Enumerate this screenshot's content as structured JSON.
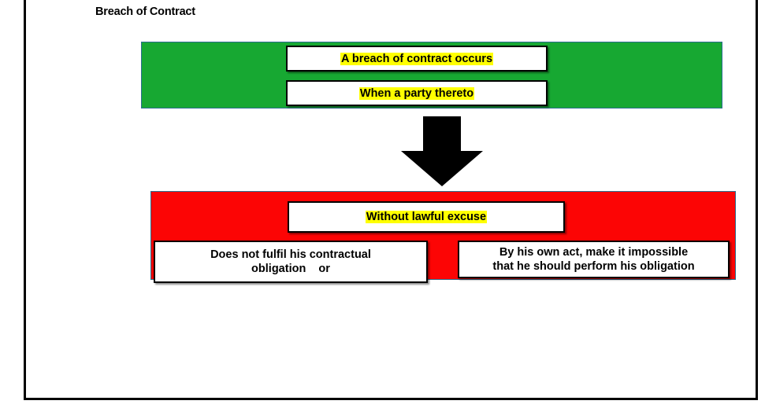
{
  "slide": {
    "title": "Breach of Contract",
    "background_color": "#ffffff",
    "border_color": "#000000"
  },
  "colors": {
    "green_panel": "#17a832",
    "red_panel": "#fc0505",
    "highlight": "#ffff00",
    "box_fill": "#ffffff",
    "box_border": "#000000",
    "arrow": "#000000",
    "panel_outline": "#2b6e8f"
  },
  "green_panel": {
    "name": "definition-panel",
    "boxes": [
      {
        "text": "A breach of contract occurs",
        "highlighted": true
      },
      {
        "text": "When a party thereto",
        "highlighted": true
      }
    ]
  },
  "arrow": {
    "direction": "down",
    "icon": "down-arrow-icon"
  },
  "red_panel": {
    "name": "conditions-panel",
    "boxes": [
      {
        "text": "Without lawful excuse",
        "highlighted": true
      },
      {
        "line1": "Does not fulfil his contractual",
        "line2": "obligation    or",
        "highlighted": false
      },
      {
        "line1": "By his own act, make it impossible",
        "line2": "that he should perform his obligation",
        "highlighted": false
      }
    ]
  }
}
